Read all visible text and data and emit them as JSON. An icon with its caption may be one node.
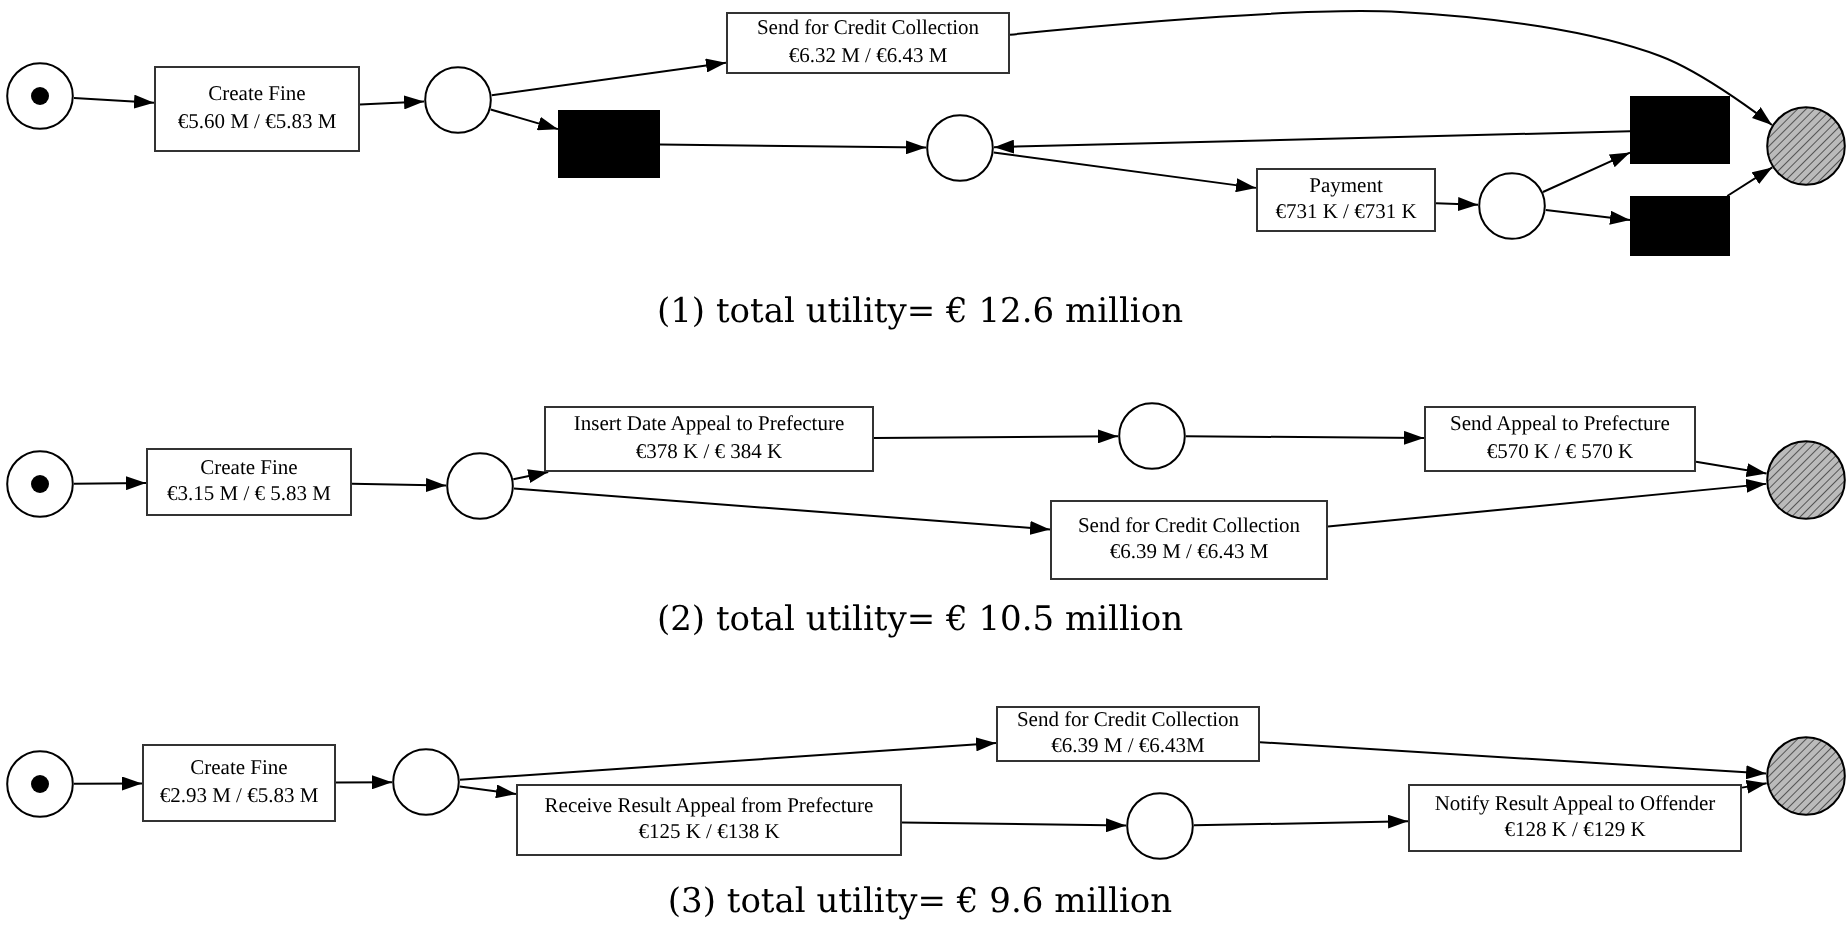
{
  "diagram": {
    "nodes": [
      {
        "text": [],
        "shape": "circle"
      },
      {
        "text": [
          "Create Fine",
          "€5.60 M / €5.83 M"
        ]
      },
      {
        "text": [],
        "shape": "circle"
      },
      {
        "text": [
          "Send for Credit Collection",
          "€6.32 M / €6.43 M"
        ]
      },
      {
        "text": [],
        "shape": "box"
      },
      {
        "text": [],
        "shape": "circle"
      },
      {
        "text": [
          "Payment",
          "€731 K / €731 K"
        ]
      },
      {
        "text": [],
        "shape": "circle"
      },
      {
        "text": [],
        "shape": "box"
      },
      {
        "text": [],
        "shape": "box"
      },
      {
        "text": [],
        "shape": "circle"
      },
      {
        "text": [],
        "shape": "circle"
      },
      {
        "text": [
          "Create Fine",
          "€3.15 M / € 5.83 M"
        ]
      },
      {
        "text": [],
        "shape": "circle"
      },
      {
        "text": [
          "Insert Date Appeal to Prefecture",
          "€378 K / € 384 K"
        ]
      },
      {
        "text": [],
        "shape": "circle"
      },
      {
        "text": [
          "Send Appeal to Prefecture",
          "€570 K / € 570 K"
        ]
      },
      {
        "text": [
          "Send for Credit Collection",
          "€6.39 M / €6.43 M"
        ]
      },
      {
        "text": [],
        "shape": "circle"
      },
      {
        "text": [],
        "shape": "circle"
      },
      {
        "text": [
          "Create Fine",
          "€2.93 M / €5.83 M"
        ]
      },
      {
        "text": [],
        "shape": "circle"
      },
      {
        "text": [
          "Send for Credit Collection",
          "€6.39 M / €6.43M"
        ]
      },
      {
        "text": [
          "Receive Result Appeal from Prefecture",
          "€125 K / €138 K"
        ]
      },
      {
        "text": [],
        "shape": "circle"
      },
      {
        "text": [
          "Notify Result Appeal to Offender",
          "€128 K / €129 K"
        ]
      },
      {
        "text": [],
        "shape": "circle"
      }
    ],
    "edges": [
      {
        "from": 0,
        "to": 1,
        "arrow": "to"
      },
      {
        "from": 1,
        "to": 2,
        "arrow": "to"
      },
      {
        "from": 2,
        "to": 3,
        "arrow": "to"
      },
      {
        "from": 2,
        "to": 4,
        "arrow": "to"
      },
      {
        "from": 4,
        "to": 5,
        "arrow": "to"
      },
      {
        "from": 8,
        "to": 5,
        "arrow": "to"
      },
      {
        "from": 5,
        "to": 6,
        "arrow": "to"
      },
      {
        "from": 6,
        "to": 7,
        "arrow": "to"
      },
      {
        "from": 7,
        "to": 8,
        "arrow": "to"
      },
      {
        "from": 7,
        "to": 9,
        "arrow": "to"
      },
      {
        "from": 9,
        "to": 10,
        "arrow": "to"
      },
      {
        "from": 3,
        "to": 10,
        "arrow": "to"
      },
      {
        "from": 11,
        "to": 12,
        "arrow": "to"
      },
      {
        "from": 12,
        "to": 13,
        "arrow": "to"
      },
      {
        "from": 13,
        "to": 14,
        "arrow": "to"
      },
      {
        "from": 13,
        "to": 17,
        "arrow": "to"
      },
      {
        "from": 14,
        "to": 15,
        "arrow": "to"
      },
      {
        "from": 15,
        "to": 16,
        "arrow": "to"
      },
      {
        "from": 16,
        "to": 18,
        "arrow": "to"
      },
      {
        "from": 17,
        "to": 18,
        "arrow": "to"
      },
      {
        "from": 19,
        "to": 20,
        "arrow": "to"
      },
      {
        "from": 20,
        "to": 21,
        "arrow": "to"
      },
      {
        "from": 21,
        "to": 22,
        "arrow": "to"
      },
      {
        "from": 21,
        "to": 23,
        "arrow": "to"
      },
      {
        "from": 23,
        "to": 24,
        "arrow": "to"
      },
      {
        "from": 24,
        "to": 25,
        "arrow": "to"
      },
      {
        "from": 25,
        "to": 26,
        "arrow": "to"
      },
      {
        "from": 22,
        "to": 26,
        "arrow": "to"
      }
    ],
    "labels": [
      "(1) total utility= € 12.6 million",
      "(2) total utility= € 10.5 million",
      "(3) total utility= € 9.6 million"
    ]
  }
}
